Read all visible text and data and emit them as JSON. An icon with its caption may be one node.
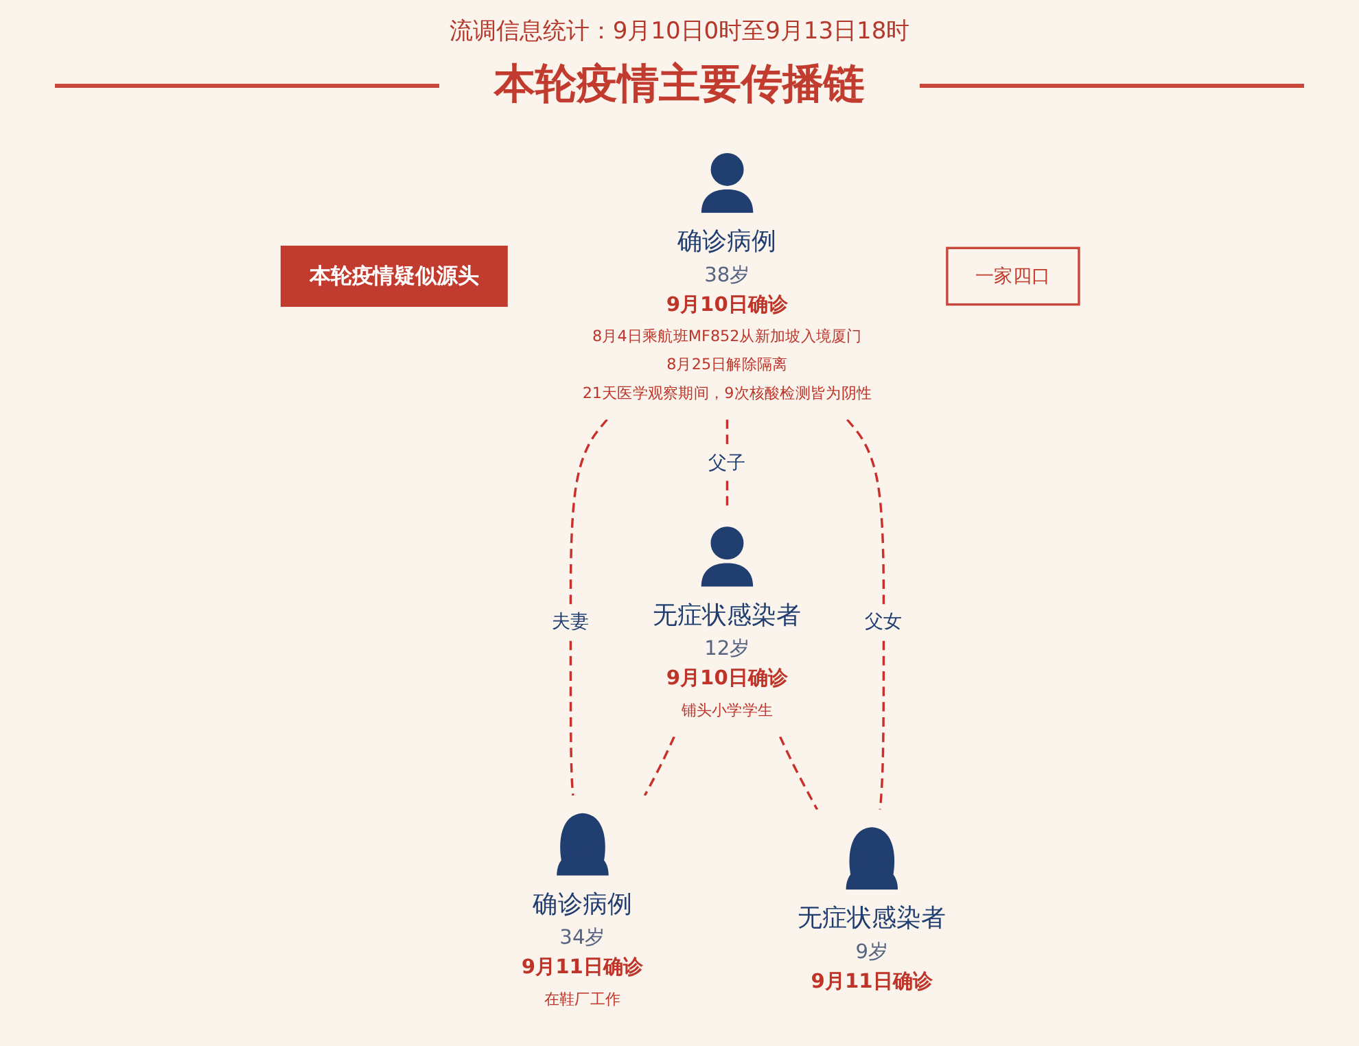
{
  "diagram": {
    "title": "本轮疫情主要传播链",
    "nodes": [
      {
        "text": [
          "本轮疫情疑似源头"
        ]
      },
      {
        "text": [
          "确诊病例",
          "38岁",
          "9月10日确诊",
          "8月4日乘航班MF852从新加坡入境厦门",
          "8月25日解除隔离",
          "21天医学观察期间，9次核酸检测皆为阴性"
        ]
      },
      {
        "text": [
          "一家四口"
        ]
      },
      {
        "text": [
          "确诊病例",
          "34岁",
          "9月11日确诊",
          "在鞋厂工作"
        ]
      },
      {
        "text": [
          "无症状感染者",
          "12岁",
          "9月10日确诊",
          "铺头小学学生"
        ]
      },
      {
        "text": [
          "无症状感染者",
          "9岁",
          "9月11日确诊"
        ]
      }
    ],
    "edges": [
      {
        "from": 1,
        "to": 3,
        "arrow": "none",
        "label": "夫妻",
        "style": "dashed"
      },
      {
        "from": 1,
        "to": 4,
        "arrow": "none",
        "label": "父子",
        "style": "dashed"
      },
      {
        "from": 1,
        "to": 5,
        "arrow": "none",
        "label": "父女",
        "style": "dashed"
      },
      {
        "from": 4,
        "to": 3,
        "arrow": "none",
        "style": "dashed"
      },
      {
        "from": 4,
        "to": 5,
        "arrow": "none",
        "style": "dashed"
      }
    ],
    "labels": [
      "流调信息统计：9月10日0时至9月13日18时"
    ]
  }
}
